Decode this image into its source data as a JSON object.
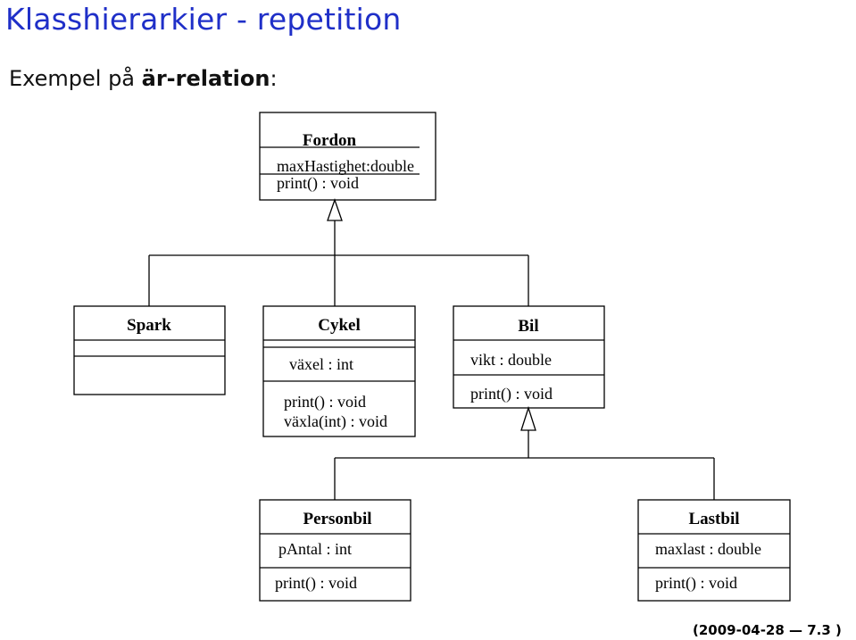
{
  "slide": {
    "title": "Klasshierarkier - repetition",
    "subtitle_prefix": "Exempel på ",
    "subtitle_bold": "är-relation",
    "subtitle_suffix": ":"
  },
  "classes": {
    "fordon": {
      "name": "Fordon",
      "attributes": [
        "maxHastighet:double"
      ],
      "methods": [
        "print() : void"
      ]
    },
    "spark": {
      "name": "Spark",
      "attributes": [],
      "methods": []
    },
    "cykel": {
      "name": "Cykel",
      "attributes": [
        "växel : int"
      ],
      "methods": [
        "print() : void",
        "växla(int) : void"
      ]
    },
    "bil": {
      "name": "Bil",
      "attributes": [
        "vikt : double"
      ],
      "methods": [
        "print() : void"
      ]
    },
    "personbil": {
      "name": "Personbil",
      "attributes": [
        "pAntal : int"
      ],
      "methods": [
        "print() : void"
      ]
    },
    "lastbil": {
      "name": "Lastbil",
      "attributes": [
        "maxlast : double"
      ],
      "methods": [
        "print() : void"
      ]
    }
  },
  "footer": "(2009-04-28 — 7.3 )"
}
